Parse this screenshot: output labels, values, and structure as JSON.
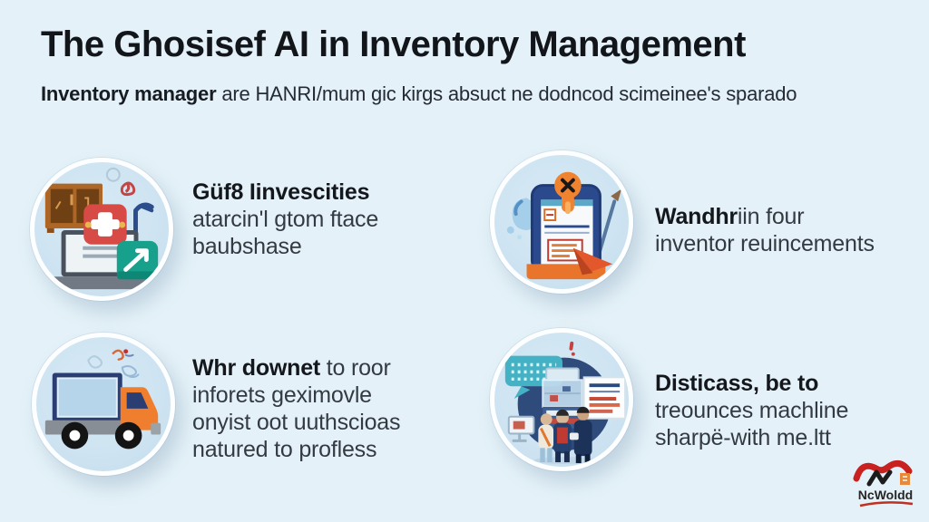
{
  "header": {
    "title": "The Ghosisef AI in Inventory Management",
    "subtitle_lead": "Inventory manager",
    "subtitle_rest": "are HANRI/mum gic kirgs absuct ne dodncod scimeinee's sparado"
  },
  "features": [
    {
      "icon": "supplies-laptop-icon",
      "heading": "Güf8 Iinvescities",
      "body": "\natarcin'l gtom ftace\nbaubshase"
    },
    {
      "icon": "clipboard-checklist-icon",
      "heading": "Wandhr",
      "body": "iin four\ninventor reuincements"
    },
    {
      "icon": "delivery-truck-icon",
      "heading": "Whr downet",
      "body": " to roor\ninforets geximovle\nonyist oot uuthscioas\nnatured to profless"
    },
    {
      "icon": "warehouse-team-icon",
      "heading": "Disticass, be to",
      "body": "\ntreounces machline\nsharpë-with me.ltt"
    }
  ],
  "logo": {
    "text": "NcWoldd"
  },
  "colors": {
    "background": "#e4f1f8",
    "circle_fill": "#cfe4f2",
    "circle_ring": "#ffffff",
    "title_text": "#12161b",
    "body_text": "#333a42",
    "accent_orange": "#ef7f2e",
    "accent_red": "#d84a45",
    "accent_teal": "#17a08c",
    "accent_navy": "#2b4a8e",
    "logo_red": "#c92020"
  }
}
